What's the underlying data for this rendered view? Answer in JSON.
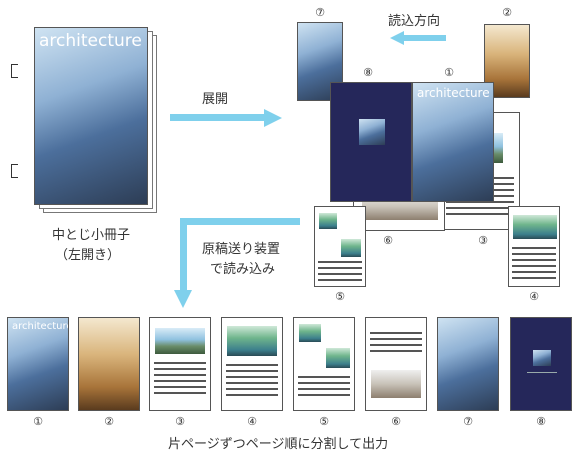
{
  "brand": "architecture",
  "labels": {
    "reading_direction": "読込方向",
    "unfold": "展開",
    "booklet_line1": "中とじ小冊子",
    "booklet_line2": "（左開き）",
    "feeder_line1": "原稿送り装置",
    "feeder_line2": "で読み込み",
    "output_caption": "片ページずつページ順に分割して出力"
  },
  "page_numbers": [
    "①",
    "②",
    "③",
    "④",
    "⑤",
    "⑥",
    "⑦",
    "⑧"
  ],
  "colors": {
    "arrow": "#7fd0ec",
    "navy": "#25275a"
  }
}
